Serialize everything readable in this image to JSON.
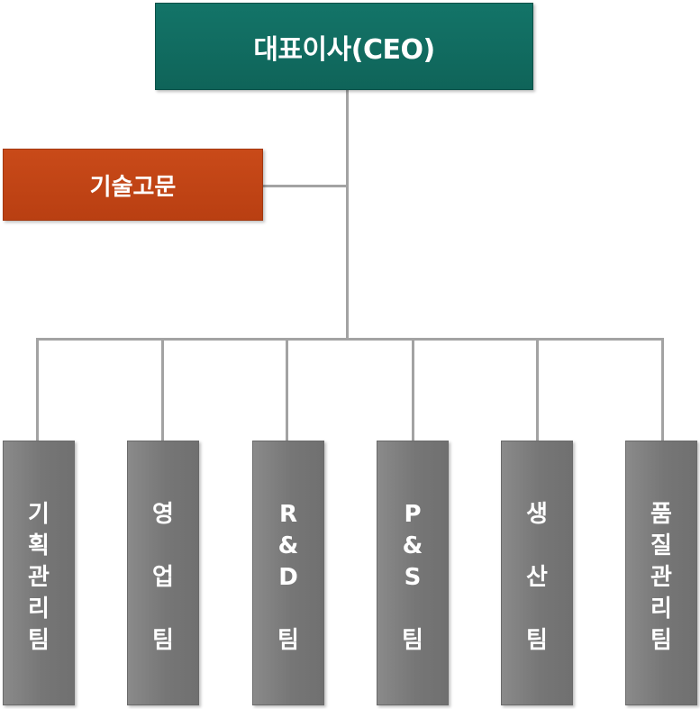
{
  "ceo": {
    "label": "대표이사(CEO)"
  },
  "advisor": {
    "label": "기술고문"
  },
  "teams": [
    {
      "id": "planning",
      "lines": [
        "기",
        "획",
        "관",
        "리",
        "팀"
      ]
    },
    {
      "id": "sales",
      "lines": [
        "영",
        "",
        "업",
        "",
        "팀"
      ]
    },
    {
      "id": "rnd",
      "lines": [
        "R",
        "&",
        "D",
        "",
        "팀"
      ]
    },
    {
      "id": "ps",
      "lines": [
        "P",
        "&",
        "S",
        "",
        "팀"
      ]
    },
    {
      "id": "production",
      "lines": [
        "생",
        "",
        "산",
        "",
        "팀"
      ]
    },
    {
      "id": "quality",
      "lines": [
        "품",
        "질",
        "관",
        "리",
        "팀"
      ]
    }
  ],
  "colors": {
    "ceo": "#137468",
    "advisor": "#c94a19",
    "team": "#7a7a7a",
    "connector": "#a3a3a3"
  }
}
